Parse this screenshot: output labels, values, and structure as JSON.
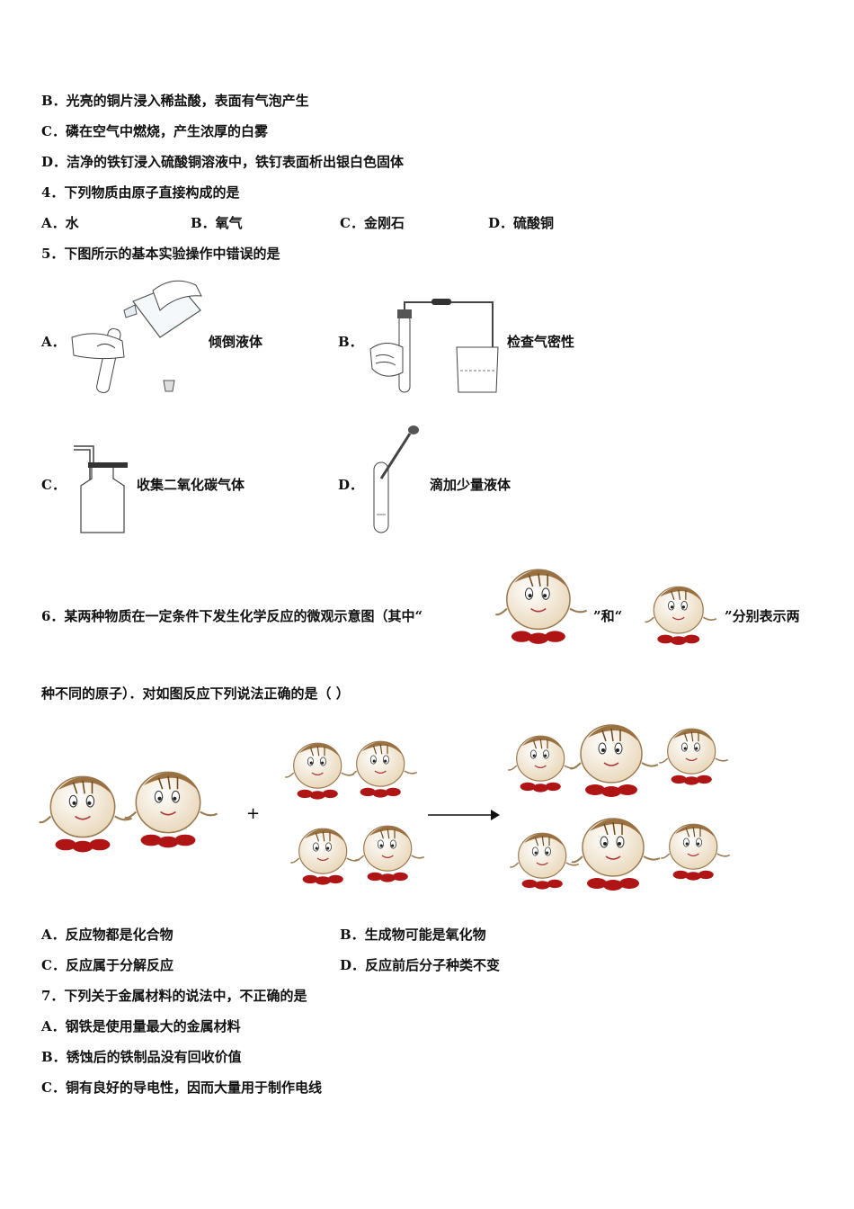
{
  "lines": {
    "q3b": "B．光亮的铜片浸入稀盐酸，表面有气泡产生",
    "q3c": "C．磷在空气中燃烧，产生浓厚的白雾",
    "q3d": "D．洁净的铁钉浸入硫酸铜溶液中，铁钉表面析出银白色固体",
    "q4": "4．下列物质由原子直接构成的是",
    "q5": "5．下图所示的基本实验操作中错误的是",
    "q6a": "6．某两种物质在一定条件下发生化学反应的微观示意图（其中“",
    "q6b": "”和“",
    "q6c": "”分别表示两",
    "q6d": "种不同的原子）．对如图反应下列说法正确的是（ ）",
    "q7": "7．下列关于金属材料的说法中，不正确的是",
    "q7a": "A．钢铁是使用量最大的金属材料",
    "q7b": "B．锈蚀后的铁制品没有回收价值",
    "q7c": "C．铜有良好的导电性，因而大量用于制作电线"
  },
  "q4_options": {
    "a": "A．水",
    "b": "B．氧气",
    "c": "C．金刚石",
    "d": "D．硫酸铜"
  },
  "q5_options": {
    "a_letter": "A．",
    "a_label": "倾倒液体",
    "b_letter": "B．",
    "b_label": "检查气密性",
    "c_letter": "C．",
    "c_label": "收集二氧化碳气体",
    "d_letter": "D．",
    "d_label": "滴加少量液体"
  },
  "q6_options": {
    "a": "A．反应物都是化合物",
    "b": "B．生成物可能是氧化物",
    "c": "C．反应属于分解反应",
    "d": "D．反应前后分子种类不变"
  },
  "reaction": {
    "plus": "+"
  },
  "colors": {
    "text": "#111111",
    "feet": "#b01515",
    "head": "#f3e7d3",
    "hair": "#8a6a3a"
  }
}
